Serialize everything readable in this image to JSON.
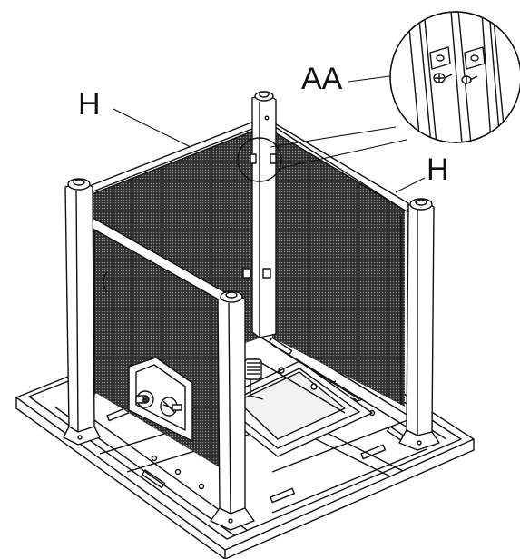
{
  "diagram": {
    "callouts": [
      {
        "label": "H",
        "refers_to": "mesh-screen-panel-back-left"
      },
      {
        "label": "H",
        "refers_to": "mesh-screen-panel-back-right"
      },
      {
        "label": "AA",
        "refers_to": "panel-screw-in-detail"
      }
    ]
  }
}
